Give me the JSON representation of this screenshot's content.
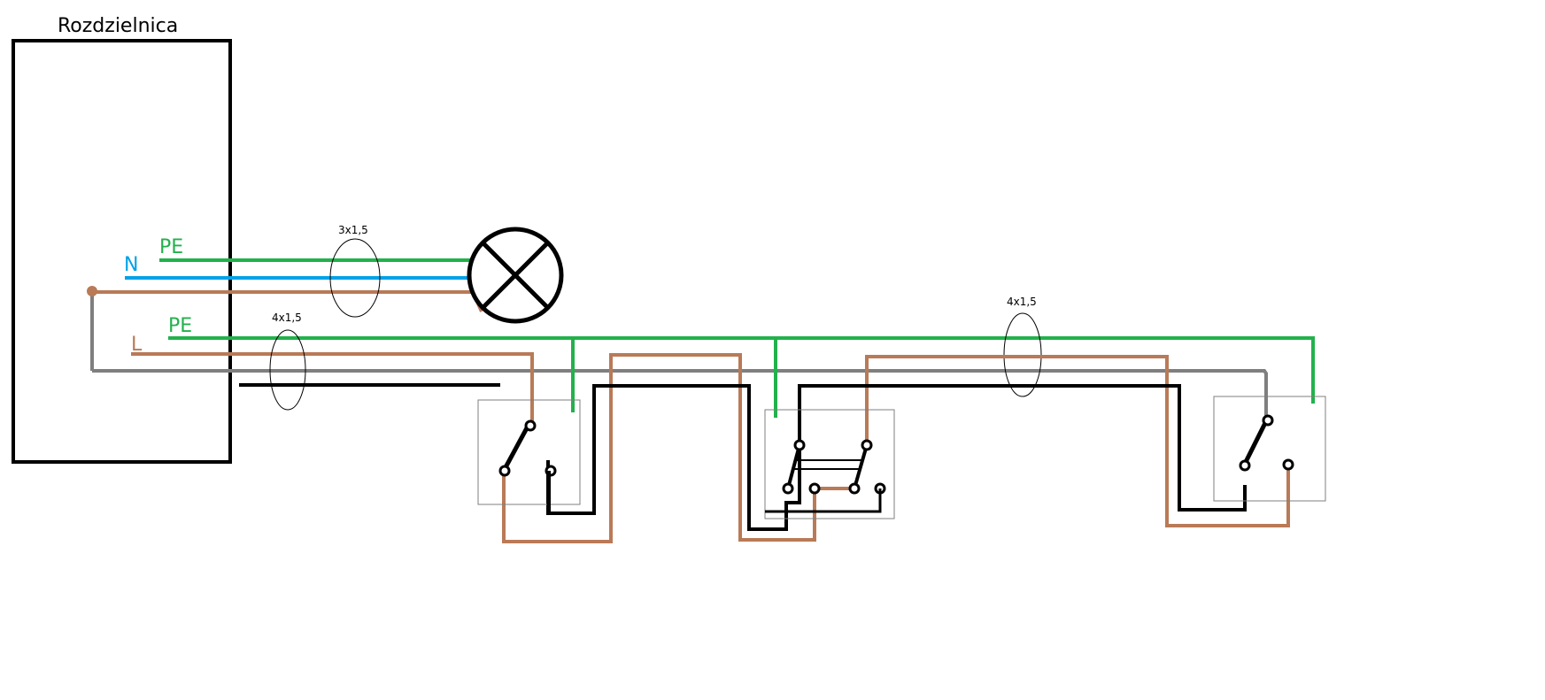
{
  "title": "Rozdzielnica",
  "wire_labels": {
    "lamp_pe": "PE",
    "lamp_n": "N",
    "switch_pe": "PE",
    "switch_l": "L"
  },
  "cable_labels": {
    "lamp_cable": "3x1,5",
    "switch_cable_left": "4x1,5",
    "switch_cable_right": "4x1,5"
  },
  "colors": {
    "pe": "#22b14c",
    "n": "#00a2e8",
    "l": "#b97a57",
    "gray": "#7f7f7f",
    "black": "#000000"
  },
  "icons": [
    "lamp-icon",
    "switch-icon",
    "cross-switch-icon"
  ]
}
